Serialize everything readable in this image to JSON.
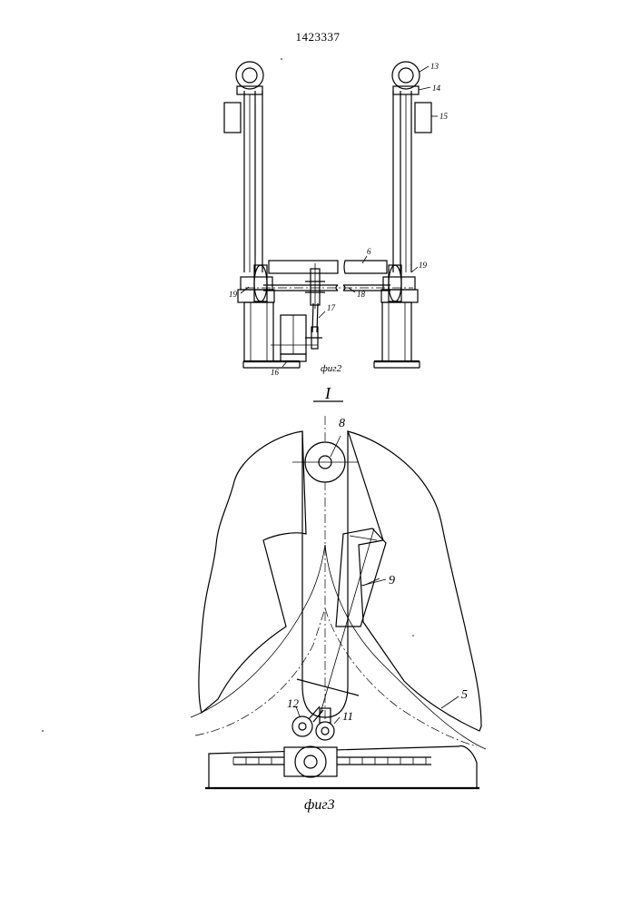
{
  "patent_number": "1423337",
  "fig2": {
    "caption": "фиг2",
    "labels": {
      "l13": "13",
      "l14": "14",
      "l15": "15",
      "l6": "6",
      "l19_right": "19",
      "l18": "18",
      "l19_left": "19",
      "l17": "17",
      "l16": "16"
    }
  },
  "fig3": {
    "view_label": "I",
    "caption": "фиг3",
    "labels": {
      "l8": "8",
      "l9": "9",
      "l5": "5",
      "l12": "12",
      "l11": "11"
    }
  }
}
